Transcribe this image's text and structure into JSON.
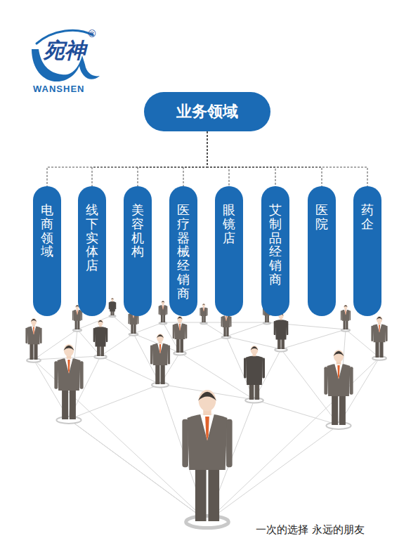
{
  "diagram": {
    "caption": "一次的选择 永远的朋友",
    "nodes": [
      {
        "text": [
          "业务领域"
        ]
      },
      {
        "text": [
          "电商领域"
        ]
      },
      {
        "text": [
          "线下实体店"
        ]
      },
      {
        "text": [
          "美容机构"
        ]
      },
      {
        "text": [
          "医疗器械经销商"
        ]
      },
      {
        "text": [
          "眼镜店"
        ]
      },
      {
        "text": [
          "艾制品经销商"
        ]
      },
      {
        "text": [
          "医院"
        ]
      },
      {
        "text": [
          "药企"
        ]
      }
    ],
    "edges": [
      {
        "from": 0,
        "to": 1,
        "arrow": "none"
      },
      {
        "from": 0,
        "to": 2,
        "arrow": "none"
      },
      {
        "from": 0,
        "to": 3,
        "arrow": "none"
      },
      {
        "from": 0,
        "to": 4,
        "arrow": "none"
      },
      {
        "from": 0,
        "to": 5,
        "arrow": "none"
      },
      {
        "from": 0,
        "to": 6,
        "arrow": "none"
      },
      {
        "from": 0,
        "to": 7,
        "arrow": "none"
      },
      {
        "from": 0,
        "to": 8,
        "arrow": "none"
      }
    ],
    "labels": [
      "宛神",
      "®",
      "WANSHEN"
    ]
  }
}
